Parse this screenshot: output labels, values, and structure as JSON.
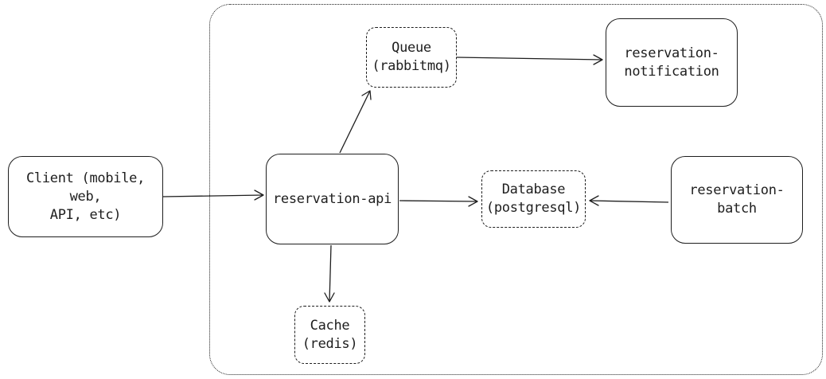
{
  "diagram": {
    "nodes": {
      "client": {
        "label": "Client (mobile, web,\nAPI, etc)",
        "style": "solid"
      },
      "api": {
        "label": "reservation-api",
        "style": "solid"
      },
      "queue": {
        "label": "Queue\n(rabbitmq)",
        "style": "dashed"
      },
      "notification": {
        "label": "reservation-\nnotification",
        "style": "solid"
      },
      "database": {
        "label": "Database\n(postgresql)",
        "style": "dashed"
      },
      "batch": {
        "label": "reservation-\nbatch",
        "style": "solid"
      },
      "cache": {
        "label": "Cache\n(redis)",
        "style": "dashed"
      }
    },
    "edges": [
      {
        "from": "client",
        "to": "api"
      },
      {
        "from": "api",
        "to": "queue"
      },
      {
        "from": "queue",
        "to": "notification"
      },
      {
        "from": "api",
        "to": "database"
      },
      {
        "from": "batch",
        "to": "database"
      },
      {
        "from": "api",
        "to": "cache"
      }
    ],
    "colors": {
      "stroke": "#1e1e1e",
      "background": "#ffffff"
    }
  }
}
